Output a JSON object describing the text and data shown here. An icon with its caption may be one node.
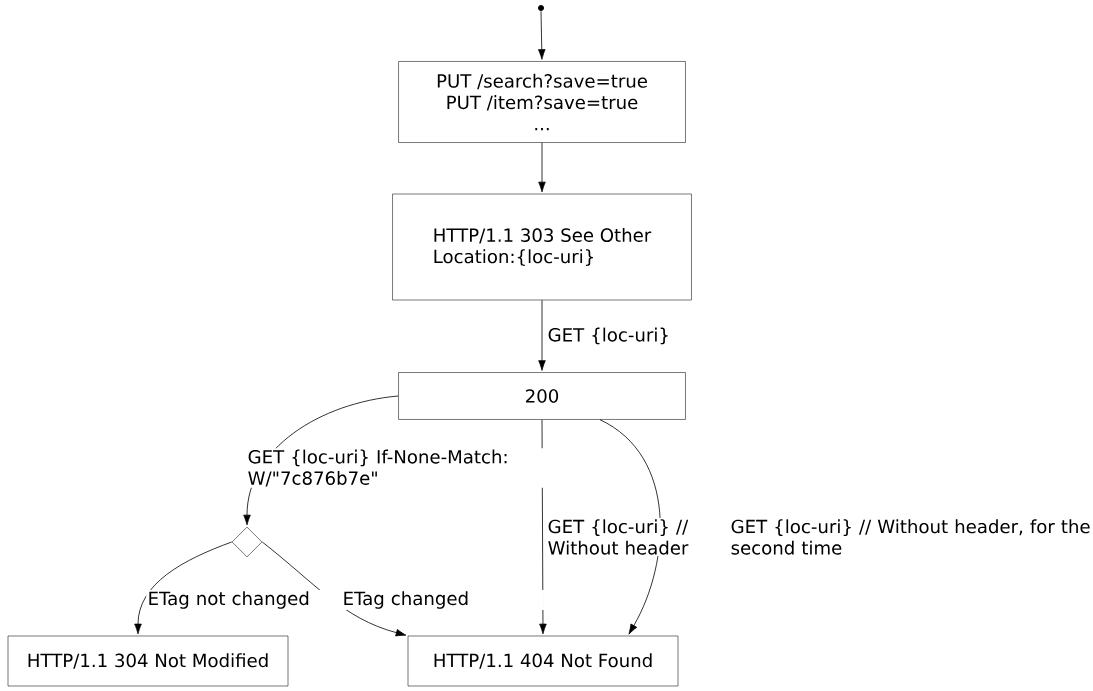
{
  "diagram": {
    "nodes": [
      {
        "text": [],
        "shape": "circle"
      },
      {
        "text": [
          "PUT /search?save=true",
          "PUT /item?save=true",
          "..."
        ]
      },
      {
        "text": [
          "HTTP/1.1 303 See Other",
          "Location:{loc-uri}"
        ]
      },
      {
        "text": [
          "200"
        ]
      },
      {
        "text": [],
        "shape": "diamond"
      },
      {
        "text": [
          "HTTP/1.1 304 Not Modified"
        ]
      },
      {
        "text": [
          "HTTP/1.1 404 Not Found"
        ]
      }
    ],
    "edges": [
      {
        "from": 0,
        "to": 1,
        "arrow": "to"
      },
      {
        "from": 1,
        "to": 2,
        "arrow": "to"
      },
      {
        "from": 2,
        "to": 3,
        "arrow": "to",
        "label": "GET {loc-uri}"
      },
      {
        "from": 3,
        "to": 4,
        "arrow": "to",
        "label": "GET {loc-uri} If-None-Match: W/\"7c876b7e\""
      },
      {
        "from": 3,
        "to": 6,
        "arrow": "to",
        "label": "GET {loc-uri} // Without header"
      },
      {
        "from": 3,
        "to": 6,
        "arrow": "to",
        "label": "GET {loc-uri} // Without header, for the second time"
      },
      {
        "from": 4,
        "to": 5,
        "arrow": "to",
        "label": "ETag not changed"
      },
      {
        "from": 4,
        "to": 6,
        "arrow": "to",
        "label": "ETag changed"
      }
    ]
  }
}
